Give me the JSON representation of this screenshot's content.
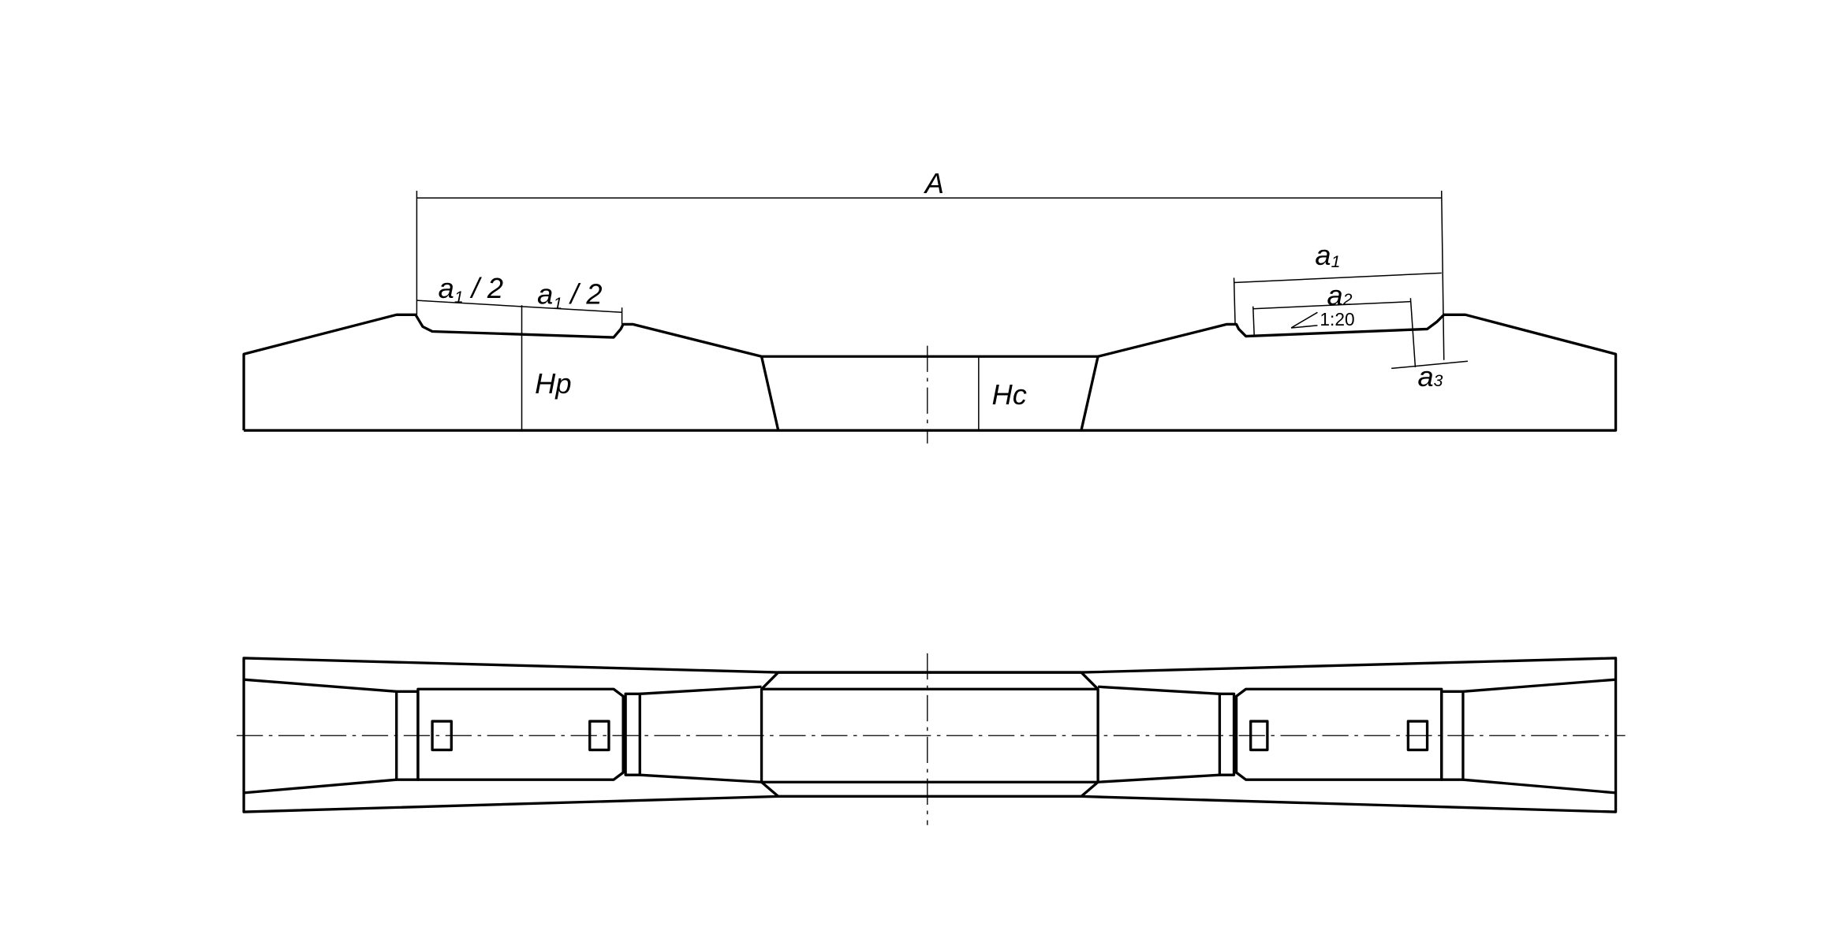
{
  "front_view": {
    "dim_A": "A",
    "dim_a1_half_left": {
      "base": "a",
      "sub": "1",
      "suffix": " / 2"
    },
    "dim_a1_half_right": {
      "base": "a",
      "sub": "1",
      "suffix": " / 2"
    },
    "dim_Hp": "Hp",
    "dim_Hc": "Hc",
    "dim_a1": {
      "base": "a",
      "sub": "1"
    },
    "dim_a2": {
      "base": "a",
      "sub": "2"
    },
    "dim_a3": {
      "base": "a",
      "sub": "3"
    },
    "slope": "1:20"
  },
  "colors": {
    "line": "#000000",
    "background": "#ffffff"
  }
}
